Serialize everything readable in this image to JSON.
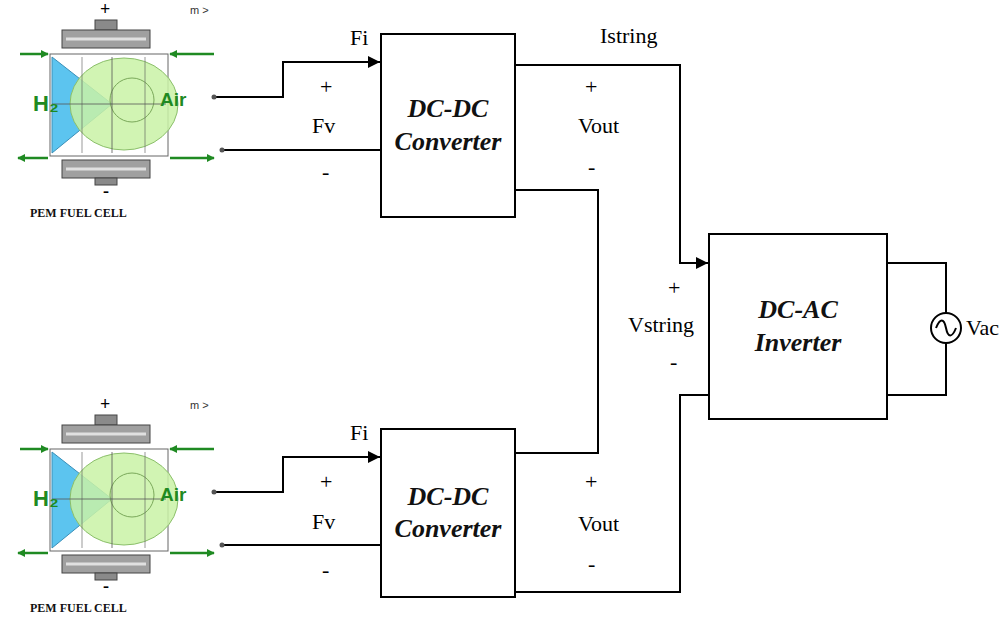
{
  "diagram": {
    "nodes": [
      {
        "text": [
          "H₂",
          "Air",
          "PEM FUEL CELL"
        ]
      },
      {
        "text": [
          "DC-DC Converter"
        ]
      },
      {
        "text": [
          "DC-AC Inverter"
        ]
      },
      {
        "text": [
          "H₂",
          "Air",
          "PEM FUEL CELL"
        ]
      },
      {
        "text": [
          "DC-DC Converter"
        ]
      }
    ],
    "edges": [
      {
        "from": 0,
        "to": 1,
        "label": "Fi",
        "arrow": "to"
      },
      {
        "from": 1,
        "to": 2,
        "label": "Istring",
        "arrow": "to"
      },
      {
        "from": 1,
        "to": 4,
        "arrow": "none"
      },
      {
        "from": 3,
        "to": 4,
        "label": "Fi",
        "arrow": "to"
      },
      {
        "from": 4,
        "to": 2,
        "arrow": "none"
      }
    ],
    "labels": [
      "+",
      "m >",
      "-",
      "+",
      "m >",
      "-",
      "+",
      "Fv",
      "-",
      "+",
      "Vout",
      "-",
      "+",
      "Vstring",
      "-",
      "Vac",
      "+",
      "Fv",
      "-",
      "+",
      "Vout",
      "-"
    ]
  }
}
